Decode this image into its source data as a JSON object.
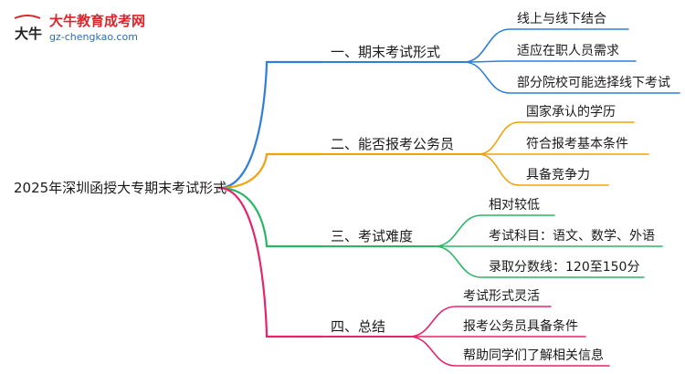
{
  "logo": {
    "brand": "大牛教育成考网",
    "domain": "gz-chengkao.com",
    "mark": "大牛"
  },
  "root": "2025年深圳函授大专期末考试形式",
  "branches": [
    {
      "label": "一、期末考试形式",
      "color": "#2f7ed8",
      "leaves": [
        "线上与线下结合",
        "适应在职人员需求",
        "部分院校可能选择线下考试"
      ]
    },
    {
      "label": "二、能否报考公务员",
      "color": "#f0a20a",
      "leaves": [
        "国家承认的学历",
        "符合报考基本条件",
        "具备竞争力"
      ]
    },
    {
      "label": "三、考试难度",
      "color": "#29b564",
      "leaves": [
        "相对较低",
        "考试科目：语文、数学、外语",
        "录取分数线：120至150分"
      ]
    },
    {
      "label": "四、总结",
      "color": "#e5246c",
      "leaves": [
        "考试形式灵活",
        "报考公务员具备条件",
        "帮助同学们了解相关信息"
      ]
    }
  ]
}
